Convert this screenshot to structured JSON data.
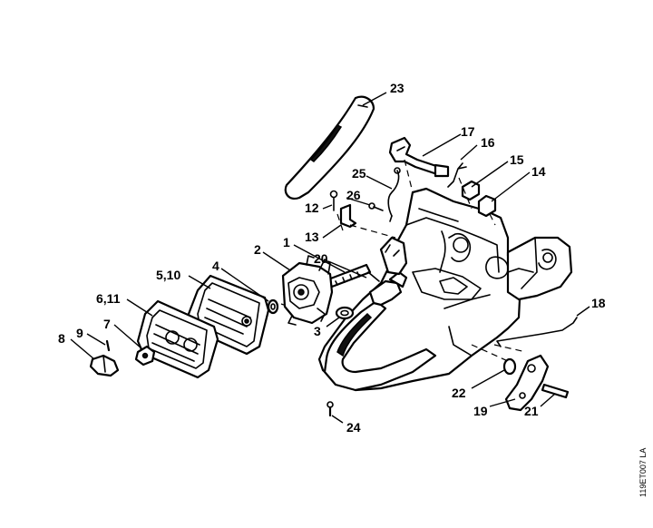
{
  "callouts": {
    "c1": "1",
    "c2": "2",
    "c3": "3",
    "c4": "4",
    "c5_10": "5,10",
    "c6_11": "6,11",
    "c7": "7",
    "c8": "8",
    "c9": "9",
    "c12": "12",
    "c13": "13",
    "c14": "14",
    "c15": "15",
    "c16": "16",
    "c17": "17",
    "c18": "18",
    "c19": "19",
    "c20": "20",
    "c21": "21",
    "c22": "22",
    "c23": "23",
    "c24": "24",
    "c25": "25",
    "c26": "26"
  },
  "drawing_code": "119ET007 LA"
}
